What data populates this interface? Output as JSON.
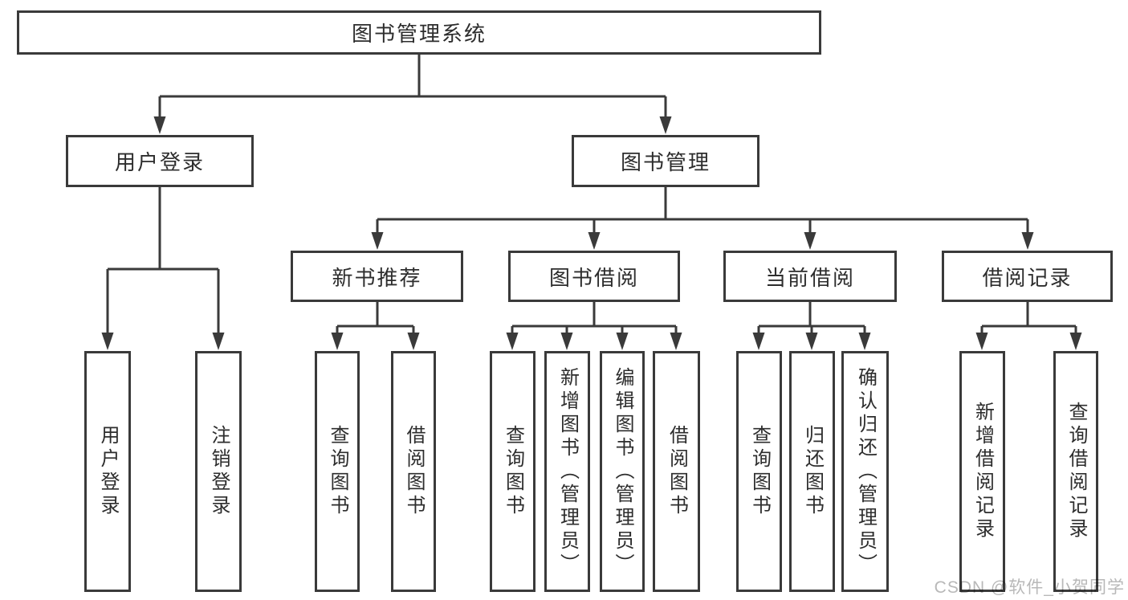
{
  "diagram_type": "hierarchy-tree",
  "colors": {
    "line": "#3a3a3a",
    "text": "#2d2d2d",
    "background": "#ffffff",
    "watermark": "#b8b8b8"
  },
  "tree": {
    "root": "图书管理系统",
    "branches": [
      {
        "label": "用户登录",
        "leaves": [
          "用户登录",
          "注销登录"
        ]
      },
      {
        "label": "图书管理",
        "groups": [
          {
            "label": "新书推荐",
            "leaves": [
              "查询图书",
              "借阅图书"
            ]
          },
          {
            "label": "图书借阅",
            "leaves": [
              "查询图书",
              "新增图书（管理员）",
              "编辑图书（管理员）",
              "借阅图书"
            ]
          },
          {
            "label": "当前借阅",
            "leaves": [
              "查询图书",
              "归还图书",
              "确认归还（管理员）"
            ]
          },
          {
            "label": "借阅记录",
            "leaves": [
              "新增借阅记录",
              "查询借阅记录"
            ]
          }
        ]
      }
    ]
  },
  "watermark": {
    "text": "CSDN @软件_小贺同学"
  }
}
